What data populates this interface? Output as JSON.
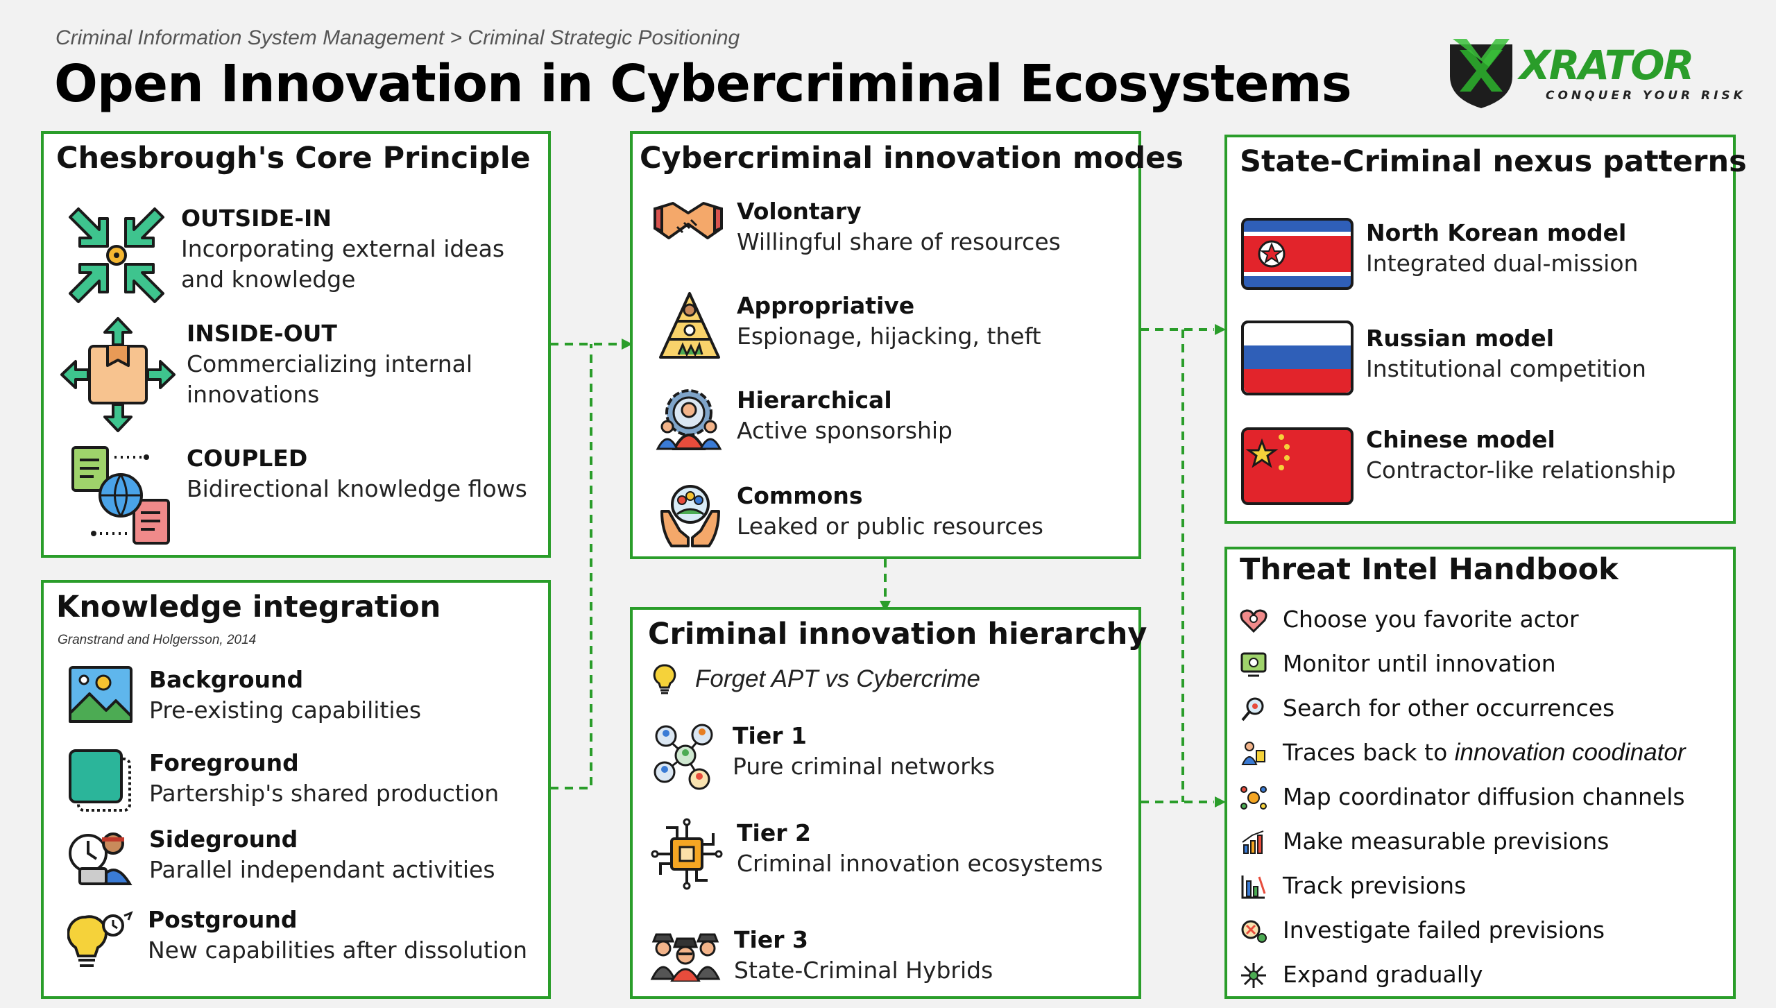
{
  "breadcrumb": "Criminal Information System Management > Criminal Strategic Positioning",
  "title": "Open Innovation in Cybercriminal Ecosystems",
  "logo": {
    "word": "XRATOR",
    "tagline": "CONQUER YOUR RISK"
  },
  "colors": {
    "accent": "#2a9d2a",
    "background": "#f2f2f2"
  },
  "core": {
    "title": "Chesbrough's Core Principle",
    "items": [
      {
        "icon": "arrows-inward-icon",
        "head": "OUTSIDE-IN",
        "desc1": "Incorporating external ideas",
        "desc2": "and knowledge"
      },
      {
        "icon": "box-arrows-outward-icon",
        "head": "INSIDE-OUT",
        "desc1": "Commercializing internal",
        "desc2": "innovations"
      },
      {
        "icon": "globe-exchange-icon",
        "head": "COUPLED",
        "desc1": "Bidirectional knowledge flows"
      }
    ]
  },
  "knowledge": {
    "title": "Knowledge integration",
    "subtitle": "Granstrand and Holgersson, 2014",
    "items": [
      {
        "icon": "landscape-picture-icon",
        "head": "Background",
        "desc": "Pre-existing capabilities"
      },
      {
        "icon": "layered-square-icon",
        "head": "Foreground",
        "desc": "Partership's shared production"
      },
      {
        "icon": "worker-clock-icon",
        "head": "Sideground",
        "desc": "Parallel independant activities"
      },
      {
        "icon": "lightbulb-gears-icon",
        "head": "Postground",
        "desc": "New capabilities after dissolution"
      }
    ]
  },
  "modes": {
    "title": "Cybercriminal innovation modes",
    "items": [
      {
        "icon": "handshake-icon",
        "head": "Volontary",
        "desc": "Willingful share of resources"
      },
      {
        "icon": "food-chain-pyramid-icon",
        "head": "Appropriative",
        "desc": "Espionage, hijacking, theft"
      },
      {
        "icon": "gear-team-icon",
        "head": "Hierarchical",
        "desc": "Active sponsorship"
      },
      {
        "icon": "hands-community-icon",
        "head": "Commons",
        "desc": "Leaked or public resources"
      }
    ]
  },
  "hierarchy": {
    "title": "Criminal innovation hierarchy",
    "note": "Forget APT vs Cybercrime",
    "items": [
      {
        "icon": "network-people-icon",
        "head": "Tier 1",
        "desc": "Pure criminal networks"
      },
      {
        "icon": "chip-circuit-icon",
        "head": "Tier 2",
        "desc": "Criminal innovation ecosystems"
      },
      {
        "icon": "agents-group-icon",
        "head": "Tier 3",
        "desc": "State-Criminal Hybrids"
      }
    ]
  },
  "nexus": {
    "title": "State-Criminal nexus patterns",
    "items": [
      {
        "icon": "north-korea-flag-icon",
        "head": "North Korean model",
        "desc": "Integrated dual-mission"
      },
      {
        "icon": "russia-flag-icon",
        "head": "Russian model",
        "desc": "Institutional competition"
      },
      {
        "icon": "china-flag-icon",
        "head": "Chinese model",
        "desc": "Contractor-like relationship"
      }
    ]
  },
  "handbook": {
    "title": "Threat Intel Handbook",
    "items": [
      {
        "icon": "heart-person-icon",
        "text": "Choose you favorite actor"
      },
      {
        "icon": "monitor-eye-icon",
        "text": "Monitor until innovation"
      },
      {
        "icon": "magnifier-virus-icon",
        "text": "Search for other occurrences"
      },
      {
        "icon": "trace-person-icon",
        "pre": "Traces back to ",
        "em": "innovation coodinator"
      },
      {
        "icon": "coordinator-network-icon",
        "text": "Map coordinator diffusion channels"
      },
      {
        "icon": "chart-growth-icon",
        "text": "Make measurable previsions"
      },
      {
        "icon": "chart-track-icon",
        "text": "Track previsions"
      },
      {
        "icon": "investigate-failure-icon",
        "text": "Investigate failed previsions"
      },
      {
        "icon": "expand-sparkle-icon",
        "text": "Expand gradually"
      }
    ]
  }
}
